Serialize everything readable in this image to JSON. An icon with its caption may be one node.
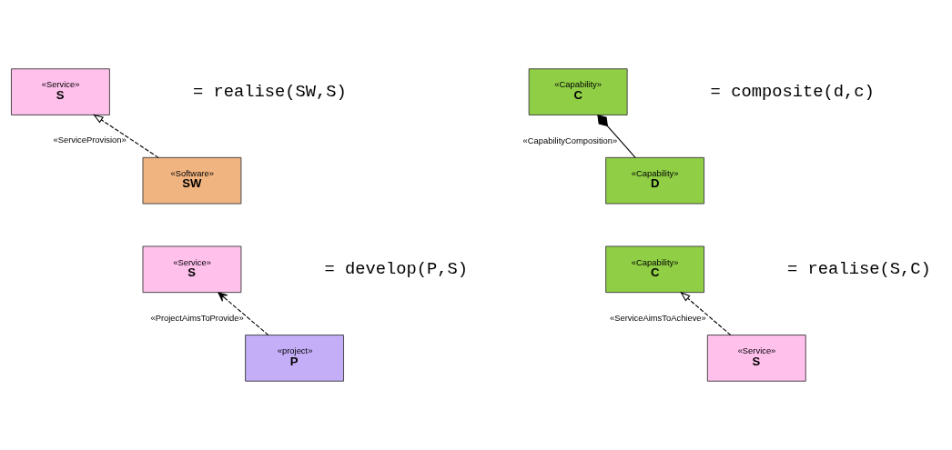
{
  "diagram": {
    "nodes": [
      {
        "text": [
          "«Capability»",
          "C"
        ]
      },
      {
        "text": [
          "«Capability»",
          "D"
        ]
      },
      {
        "text": [
          "«Service»",
          "S"
        ]
      },
      {
        "text": [
          "«Software»",
          "SW"
        ]
      },
      {
        "text": [
          "«Capability»",
          "C"
        ]
      },
      {
        "text": [
          "«Service»",
          "S"
        ]
      },
      {
        "text": [
          "«Service»",
          "S"
        ]
      },
      {
        "text": [
          "«project»",
          "P"
        ]
      }
    ],
    "edges": [
      {
        "from": 1,
        "to": 0,
        "arrow": "other",
        "label": "«CapabilityComposition»"
      },
      {
        "from": 3,
        "to": 2,
        "arrow": "to",
        "style": "dashed",
        "label": "«ServiceProvision»"
      },
      {
        "from": 5,
        "to": 4,
        "arrow": "to",
        "style": "dashed",
        "label": "«ServiceAimsToAchieve»"
      },
      {
        "from": 7,
        "to": 6,
        "arrow": "to",
        "style": "dashed",
        "label": "«ProjectAimsToProvide»"
      }
    ],
    "labels": [
      "= composite(d,c)",
      "= realise(SW,S)",
      "= realise(S,C)",
      "= develop(P,S)"
    ]
  }
}
